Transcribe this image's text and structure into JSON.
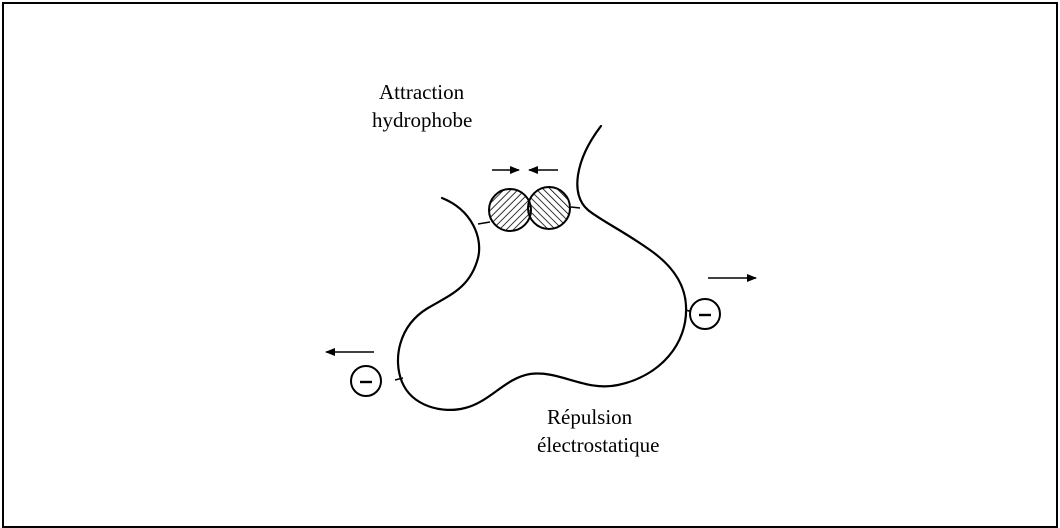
{
  "diagram": {
    "top_label": {
      "line1": "Attraction",
      "line2": "hydrophobe"
    },
    "bottom_label": {
      "line1": "Répulsion",
      "line2": "électrostatique"
    },
    "charge_symbol": "−"
  }
}
